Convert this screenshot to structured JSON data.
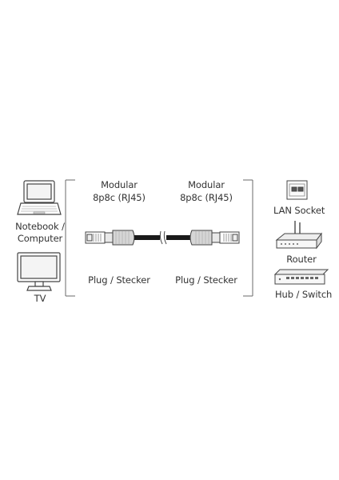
{
  "devices_left": {
    "notebook_label": "Notebook /",
    "computer_label": "Computer",
    "tv_label": "TV"
  },
  "connector_left": {
    "type_line1": "Modular",
    "type_line2": "8p8c (RJ45)",
    "plug_label": "Plug / Stecker"
  },
  "connector_right": {
    "type_line1": "Modular",
    "type_line2": "8p8c (RJ45)",
    "plug_label": "Plug / Stecker"
  },
  "devices_right": {
    "lan_label": "LAN Socket",
    "router_label": "Router",
    "hub_label": "Hub / Switch"
  },
  "icons": [
    "laptop-icon",
    "monitor-icon",
    "rj45-plug-icon",
    "network-cable-icon",
    "lan-socket-icon",
    "router-icon",
    "switch-icon"
  ],
  "colors": {
    "line": "#555555",
    "text": "#333333"
  }
}
